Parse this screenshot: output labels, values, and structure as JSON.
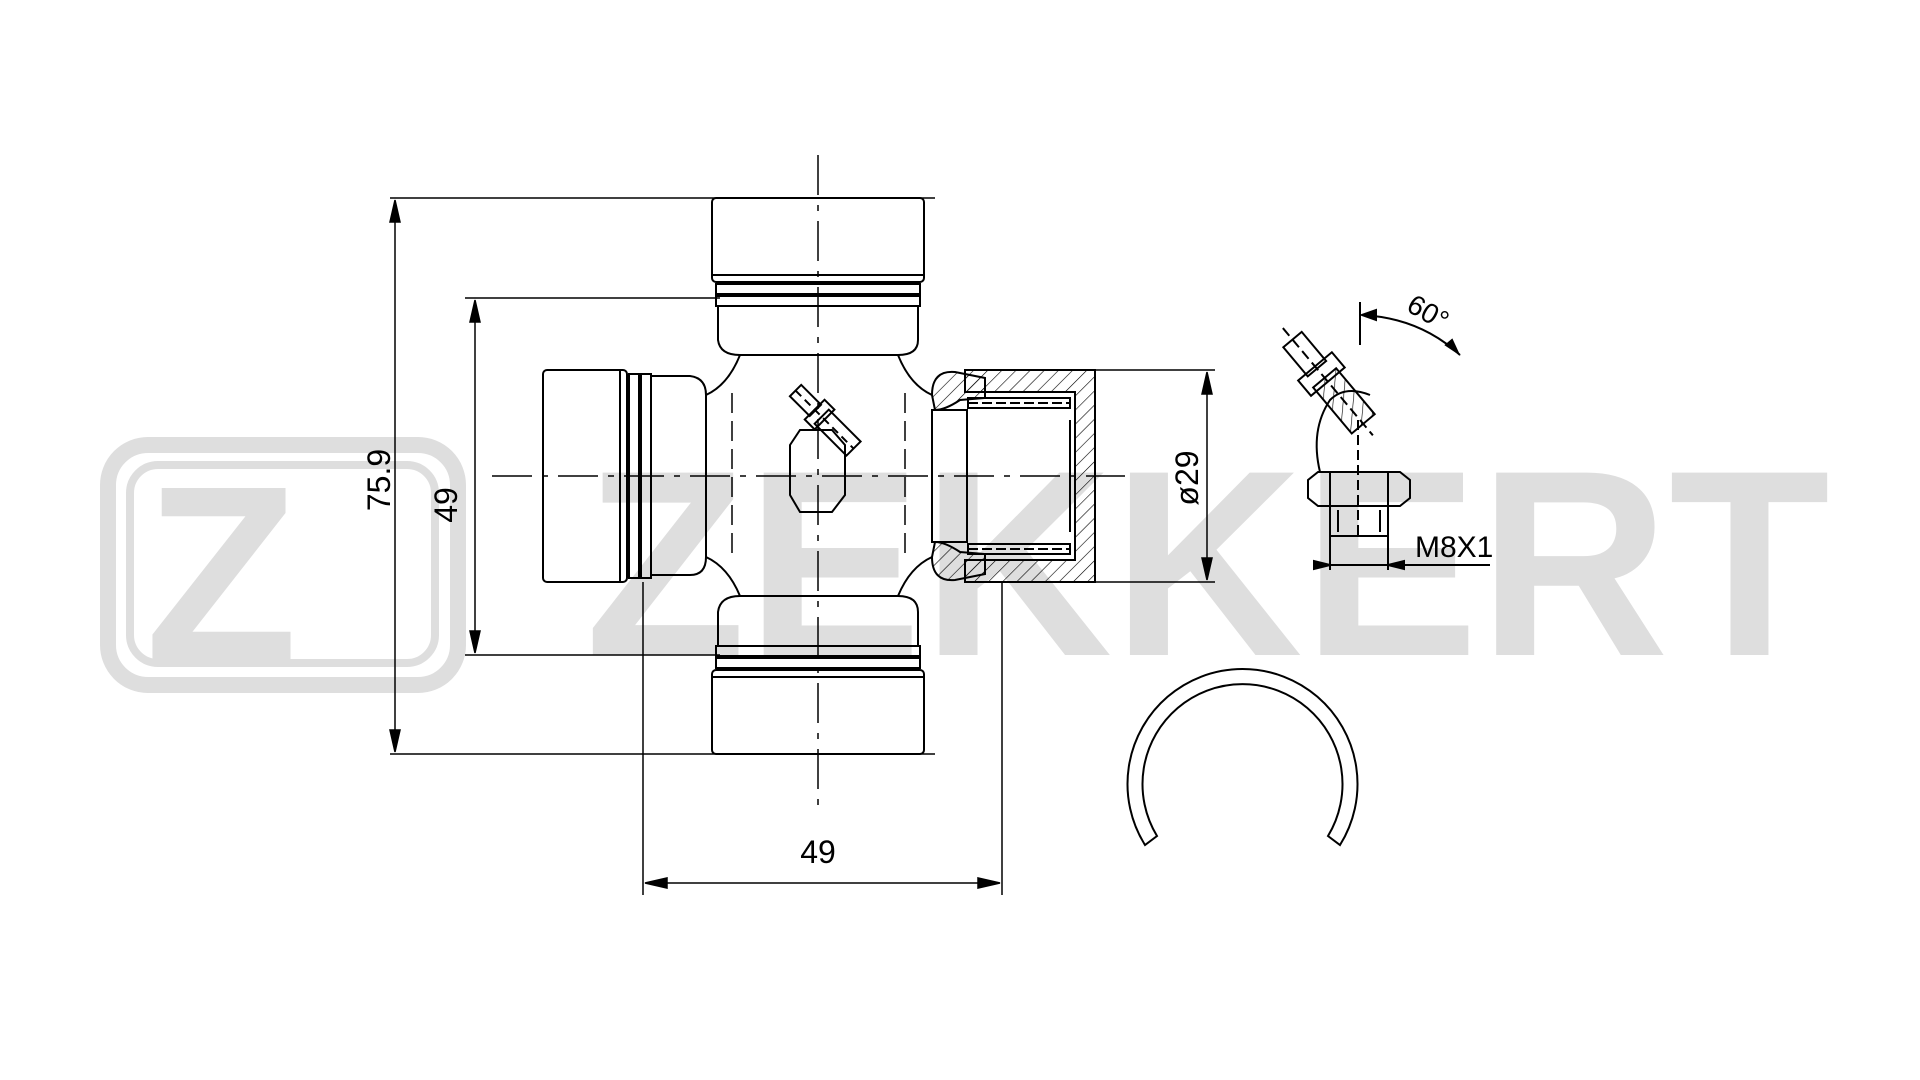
{
  "watermark": {
    "brand_text": "ZEKKERT",
    "logo_letter": "Z",
    "color": "#dedede"
  },
  "dimensions": {
    "overall_height": "75.9",
    "body_height": "49",
    "body_width": "49",
    "cap_diameter": "ø29",
    "fitting_angle": "60°",
    "fitting_thread": "M8X1"
  },
  "colors": {
    "line": "#000000",
    "watermark": "#dedede",
    "background": "#ffffff"
  }
}
